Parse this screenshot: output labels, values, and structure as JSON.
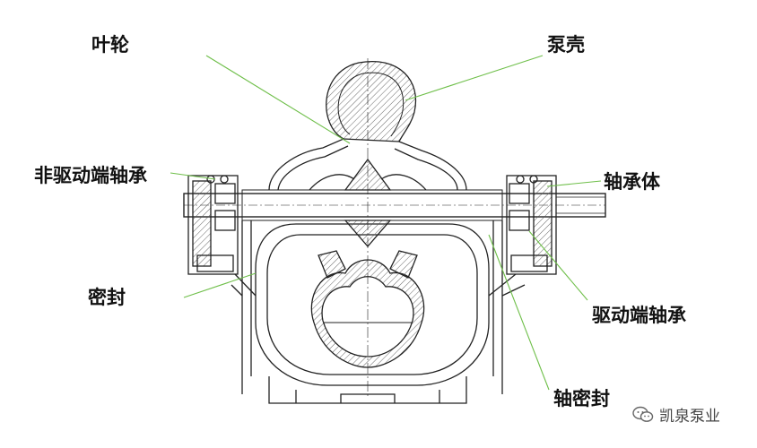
{
  "labels": {
    "impeller": "叶轮",
    "casing": "泵壳",
    "nde_bearing": "非驱动端轴承",
    "bearing_housing": "轴承体",
    "seal": "密封",
    "de_bearing": "驱动端轴承",
    "shaft_seal": "轴密封"
  },
  "watermark": {
    "text": "凯泉泵业",
    "icon": "wechat-icon"
  },
  "colors": {
    "leader": "#6fbf4a",
    "drawing": "#222222",
    "hatch": "#555555"
  }
}
